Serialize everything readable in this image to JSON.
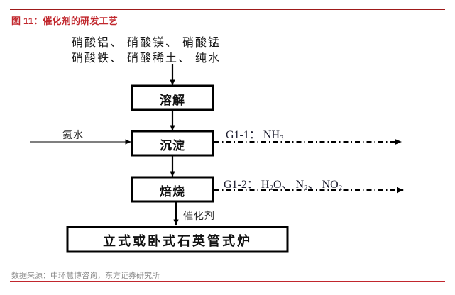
{
  "figure": {
    "title": "图 11：催化剂的研发工艺",
    "source": "数据来源：中环慧博咨询，东方证券研究所",
    "accent_color": "#c1272d",
    "rule_color": "#9e1a1a",
    "line_color": "#000000"
  },
  "diagram": {
    "type": "flowchart",
    "feed": {
      "line1": "硝酸铝、 硝酸镁、 硝酸锰",
      "line2": "硝酸铁、 硝酸稀土、 纯水"
    },
    "steps": [
      {
        "id": "dissolve",
        "label": "溶解"
      },
      {
        "id": "precipitate",
        "label": "沉淀"
      },
      {
        "id": "calcine",
        "label": "焙烧"
      }
    ],
    "furnace": {
      "id": "furnace",
      "label": "立式或卧式石英管式炉"
    },
    "inputs": [
      {
        "id": "ammonia",
        "label": "氨水",
        "target": "precipitate"
      }
    ],
    "intermediates": [
      {
        "id": "catalyst",
        "label": "催化剂",
        "from": "calcine",
        "to": "furnace"
      }
    ],
    "offgas": [
      {
        "id": "g1-1",
        "code": "G1-1：",
        "species_html": "NH<sub>3</sub>",
        "species_text": "NH3",
        "from": "precipitate"
      },
      {
        "id": "g1-2",
        "code": "G1-2：",
        "species_html": "H<sub>2</sub>O、 N<sub>2</sub>、 NO<sub>2</sub>",
        "species_text": "H2O、N2、NO2",
        "from": "calcine"
      }
    ]
  }
}
